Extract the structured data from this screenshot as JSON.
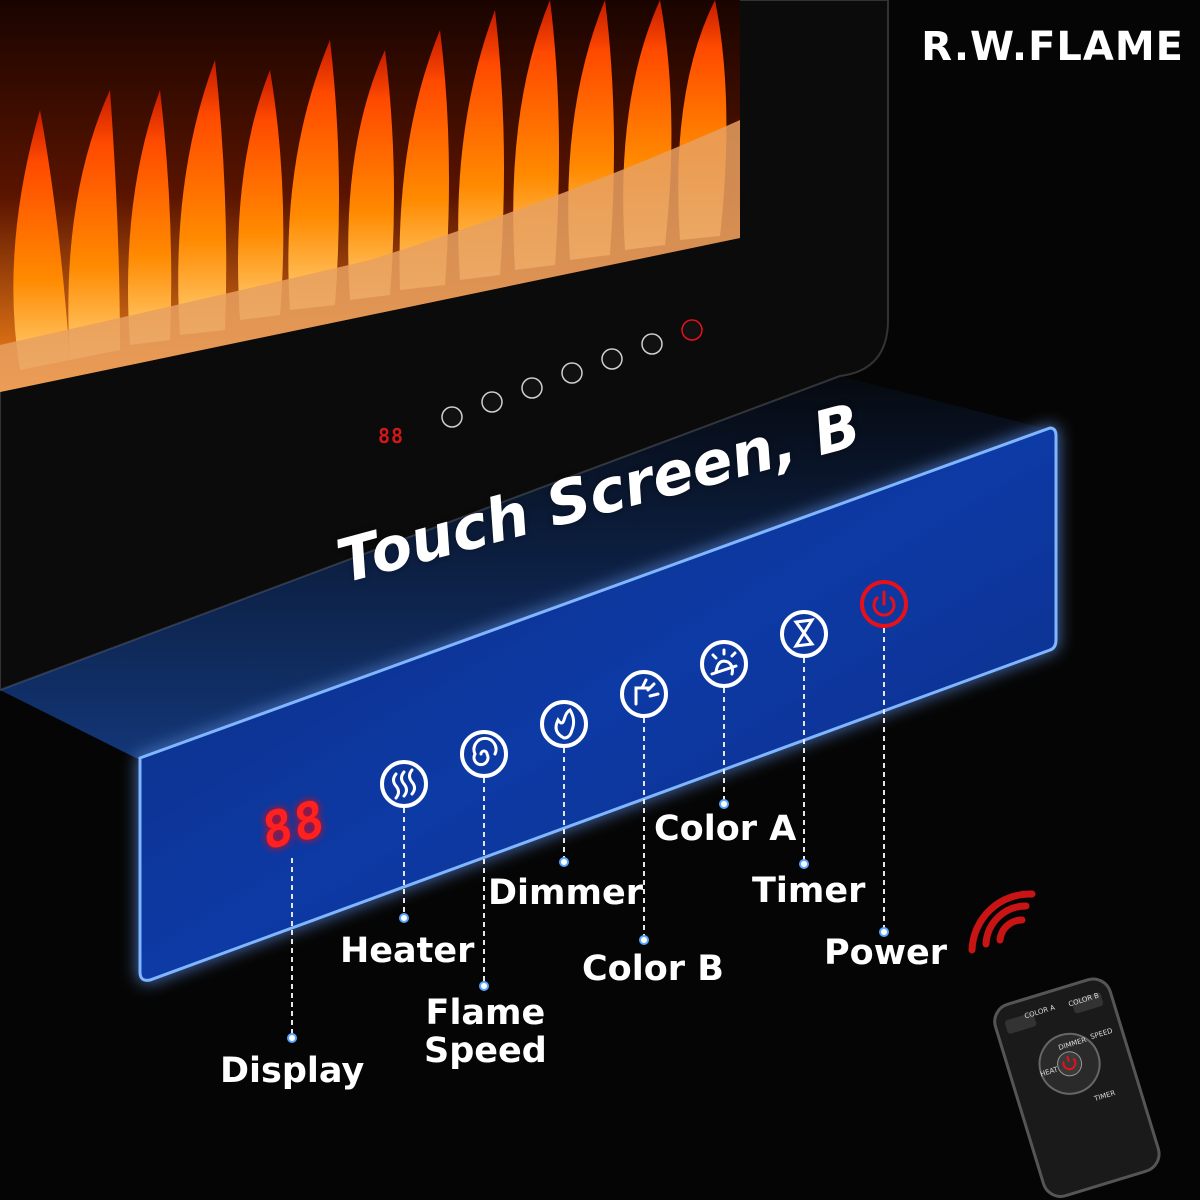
{
  "brand": "R.W.FLAME",
  "panel_title": "Touch Screen, B",
  "display_readout": "88",
  "labels": {
    "display": "Display",
    "heater": "Heater",
    "flame_speed": "Flame\nSpeed",
    "dimmer": "Dimmer",
    "color_b": "Color B",
    "color_a": "Color A",
    "timer": "Timer",
    "power": "Power"
  },
  "remote": {
    "color_a": "COLOR A",
    "color_b": "COLOR B",
    "dimmer": "DIMMER",
    "speed": "SPEED",
    "heat": "HEAT",
    "timer": "TIMER"
  },
  "colors": {
    "panel_blue": "#0b3a9e",
    "glow": "#3a8cff",
    "power_red": "#e8101a",
    "flame_orange": "#ff7a00"
  },
  "icons": [
    "heater-icon",
    "flame-speed-icon",
    "dimmer-icon",
    "color-b-icon",
    "color-a-icon",
    "timer-icon",
    "power-icon"
  ]
}
